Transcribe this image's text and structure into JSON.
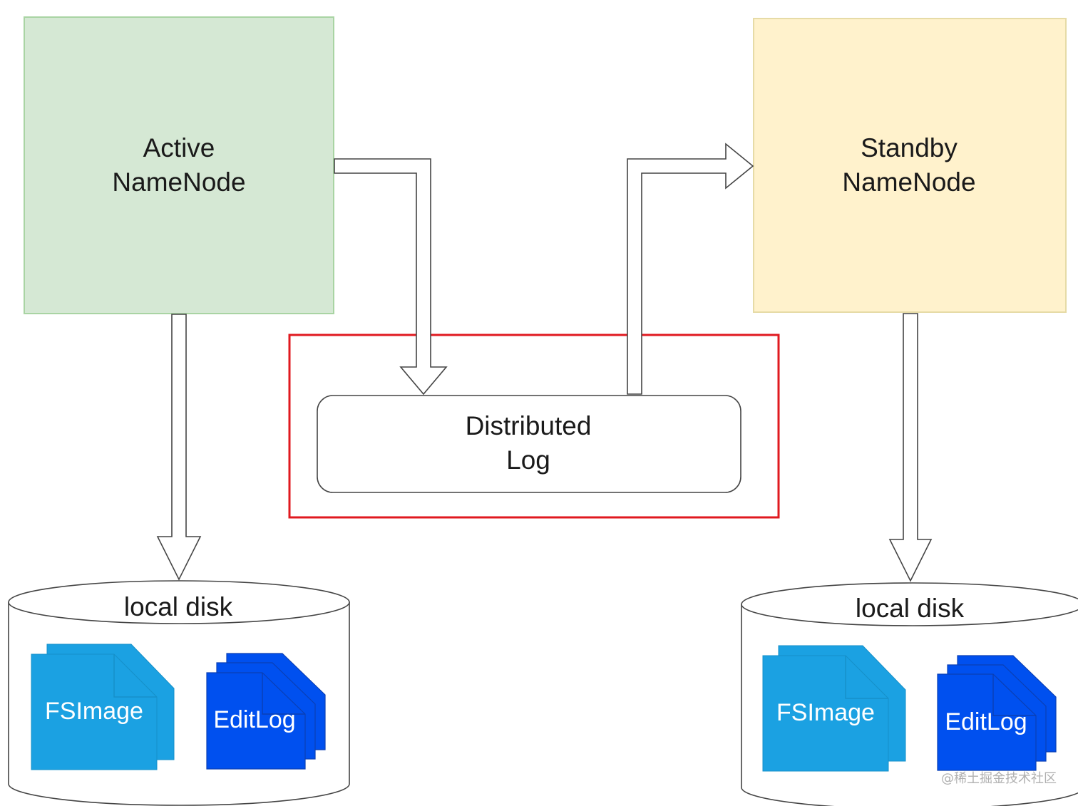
{
  "diagram": {
    "active_namenode": {
      "line1": "Active",
      "line2": "NameNode",
      "fill": "#d5e8d4",
      "stroke": "#a9d4a3"
    },
    "standby_namenode": {
      "line1": "Standby",
      "line2": "NameNode",
      "fill": "#fff2cc",
      "stroke": "#e6dba6"
    },
    "distributed_log": {
      "line1": "Distributed",
      "line2": "Log",
      "highlight_color": "#e0191f"
    },
    "left_disk": {
      "label": "local disk",
      "fsimage": "FSImage",
      "editlog": "EditLog"
    },
    "right_disk": {
      "label": "local disk",
      "fsimage": "FSImage",
      "editlog": "EditLog"
    },
    "colors": {
      "fsimage_blue": "#1ba1e2",
      "editlog_blue": "#0050ef"
    },
    "watermark": "@稀土掘金技术社区"
  }
}
